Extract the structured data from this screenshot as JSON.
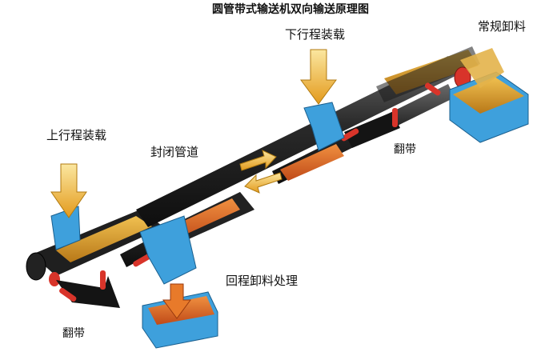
{
  "diagram": {
    "title": "圆管带式输送机双向输送原理图",
    "labels": {
      "down_load": "下行程装载",
      "normal_discharge": "常规卸料",
      "up_load": "上行程装载",
      "closed_pipe": "封闭管道",
      "flip_right": "翻带",
      "return_discharge": "回程卸料处理",
      "flip_left": "翻带"
    }
  },
  "colors": {
    "belt": "#2b2b2b",
    "material": "#d9a22a",
    "hopper_blue": "#3ea0dc",
    "roller_red": "#d8342a",
    "arrow_gold": "#f0c040"
  }
}
